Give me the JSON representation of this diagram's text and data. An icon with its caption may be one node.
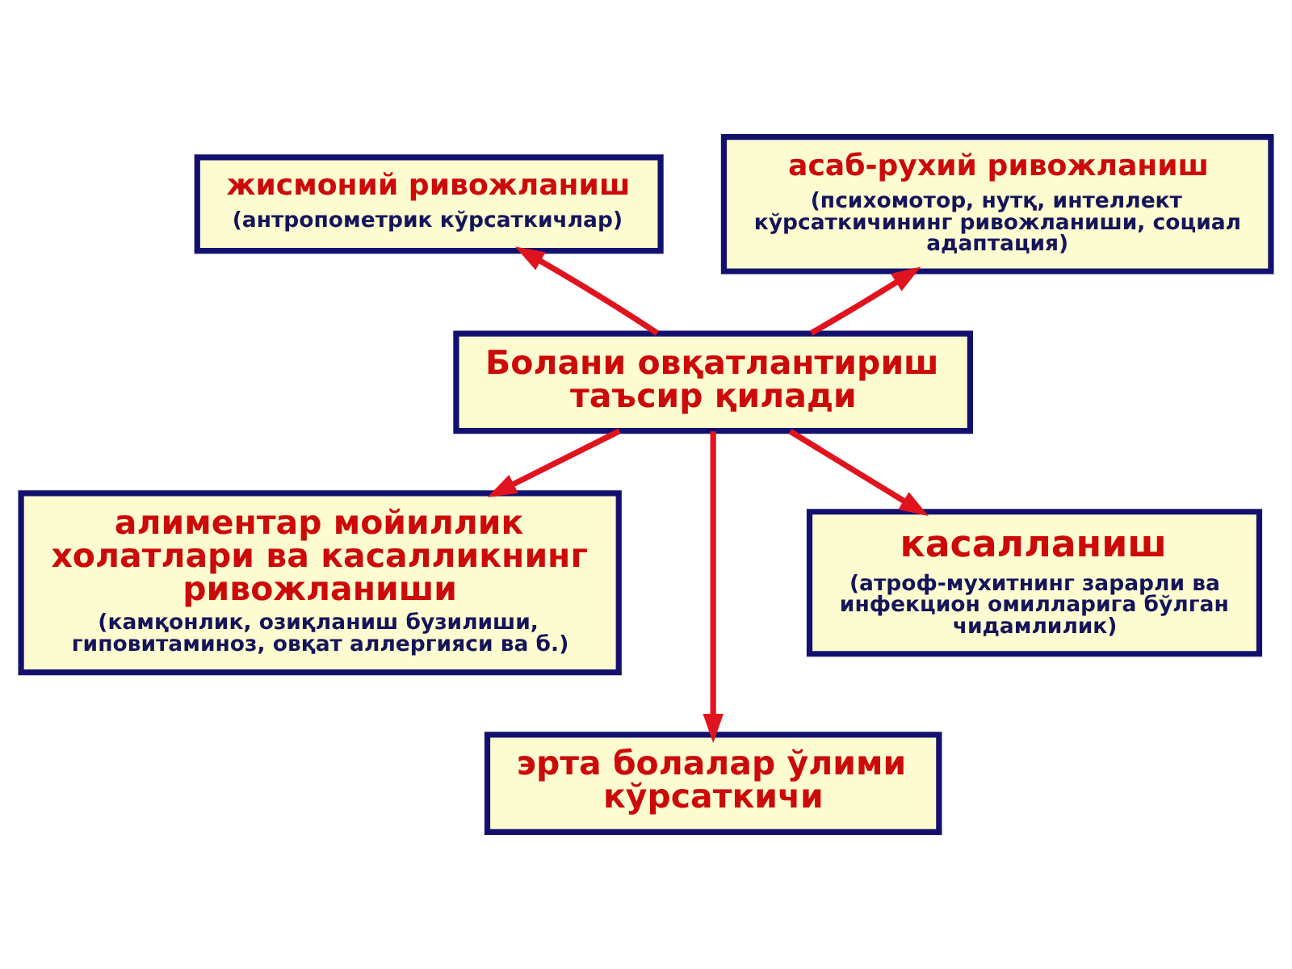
{
  "diagram": {
    "nodes": [
      {
        "text": [
          "жисмоний ривожланиш",
          "(антропометрик кўрсаткичлар)"
        ]
      },
      {
        "text": [
          "асаб-рухий ривожланиш",
          "(психомотор, нутқ, интеллект кўрсаткичининг ривожланиши, социал адаптация)"
        ]
      },
      {
        "text": [
          "Болани овқатлантириш таъсир қилади"
        ]
      },
      {
        "text": [
          "алиментар мойиллик холатлари ва касалликнинг ривожланиши",
          "(камқонлик, озиқланиш бузилиши, гиповитаминоз, овқат аллергияси ва б.)"
        ]
      },
      {
        "text": [
          "касалланиш",
          "(атроф-мухитнинг зарарли ва инфекцион омилларига бўлган чидамлилик)"
        ]
      },
      {
        "text": [
          "эрта болалар ўлими кўрсаткичи"
        ]
      }
    ],
    "edges": [
      {
        "from": 2,
        "to": 0,
        "arrow": "to"
      },
      {
        "from": 2,
        "to": 1,
        "arrow": "to"
      },
      {
        "from": 2,
        "to": 3,
        "arrow": "to"
      },
      {
        "from": 2,
        "to": 4,
        "arrow": "to"
      },
      {
        "from": 2,
        "to": 5,
        "arrow": "to"
      }
    ]
  }
}
